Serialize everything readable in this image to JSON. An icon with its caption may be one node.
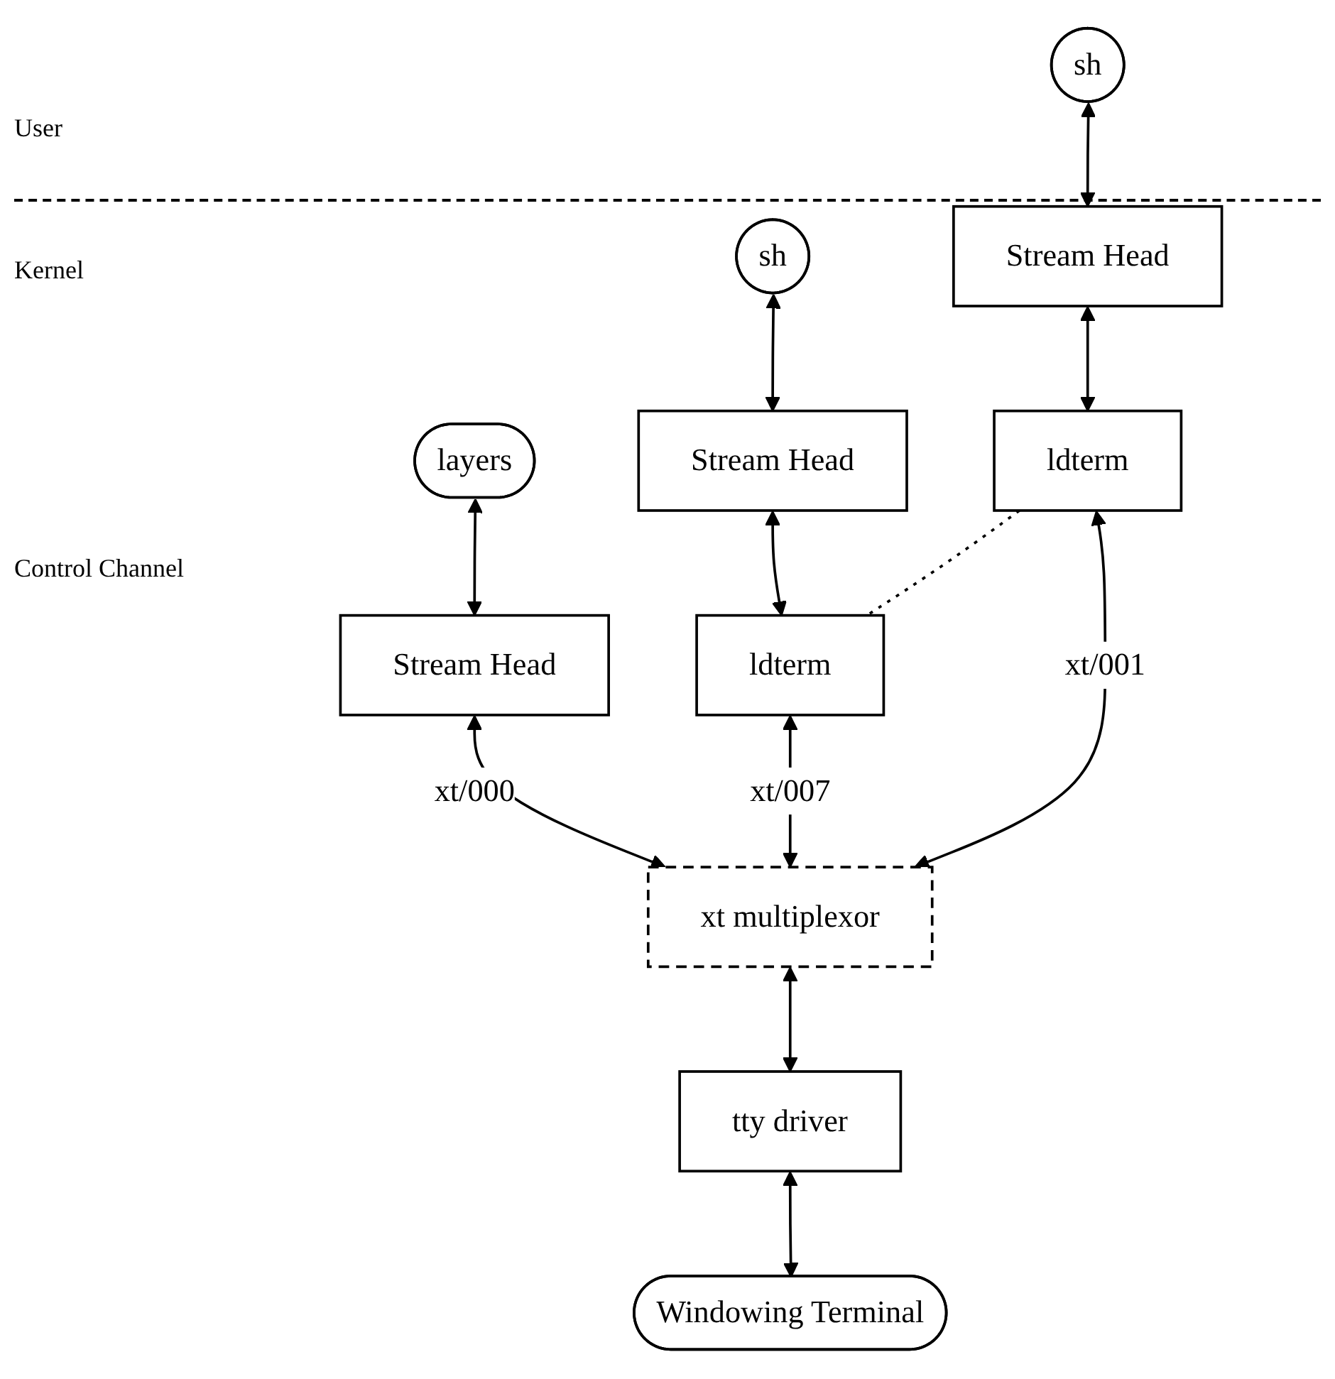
{
  "diagram": {
    "nodes": [
      {
        "text": [
          "layers"
        ]
      },
      {
        "text": [
          "sh"
        ]
      },
      {
        "text": [
          "sh"
        ]
      },
      {
        "text": [
          "Stream Head"
        ]
      },
      {
        "text": [
          "Stream Head"
        ]
      },
      {
        "text": [
          "Stream Head"
        ]
      },
      {
        "text": [
          "ldterm"
        ]
      },
      {
        "text": [
          "ldterm"
        ]
      },
      {
        "text": [
          "xt multiplexor"
        ]
      },
      {
        "text": [
          "tty driver"
        ]
      },
      {
        "text": [
          "Windowing Terminal"
        ]
      }
    ],
    "edges": [
      {
        "from": 0,
        "to": 3,
        "arrow": "both"
      },
      {
        "from": 1,
        "to": 4,
        "arrow": "both"
      },
      {
        "from": 2,
        "to": 5,
        "arrow": "both"
      },
      {
        "from": 3,
        "to": 8,
        "arrow": "both",
        "label": "xt/000"
      },
      {
        "from": 4,
        "to": 6,
        "arrow": "both"
      },
      {
        "from": 5,
        "to": 7,
        "arrow": "both"
      },
      {
        "from": 6,
        "to": 8,
        "arrow": "both",
        "label": "xt/001"
      },
      {
        "from": 7,
        "to": 8,
        "arrow": "both",
        "label": "xt/007"
      },
      {
        "from": 6,
        "to": 7,
        "arrow": "none",
        "style": "dashed"
      },
      {
        "from": 8,
        "to": 9,
        "arrow": "both"
      },
      {
        "from": 9,
        "to": 10,
        "arrow": "both"
      }
    ],
    "labels": [
      "User",
      "Kernel",
      "Control Channel"
    ]
  }
}
